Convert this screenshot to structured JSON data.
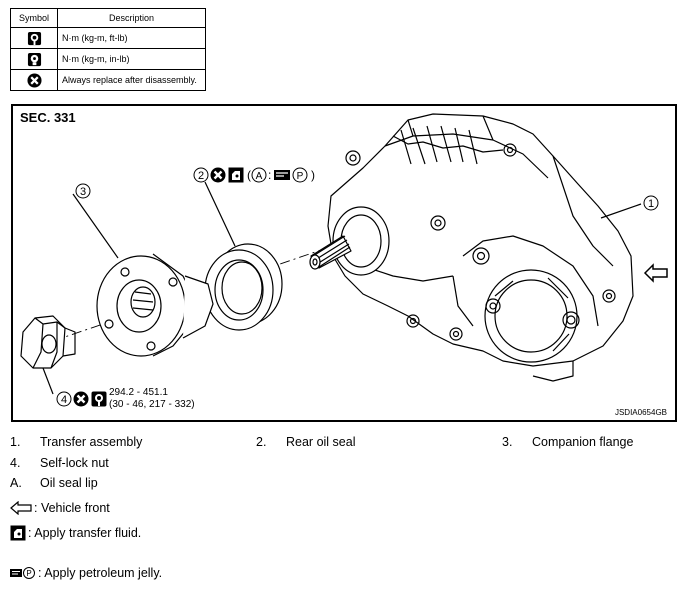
{
  "symbol_table": {
    "header_symbol": "Symbol",
    "header_description": "Description",
    "rows": [
      {
        "icon": "torque-wrench-icon",
        "description": "N·m (kg-m, ft-lb)"
      },
      {
        "icon": "torque-wrench-small-icon",
        "description": "N·m (kg-m, in-lb)"
      },
      {
        "icon": "replace-x-icon",
        "description": "Always replace after disassembly."
      }
    ]
  },
  "figure": {
    "section": "SEC. 331",
    "code": "JSDIA0654GB",
    "callouts": [
      "1",
      "2",
      "3",
      "4"
    ],
    "seal_symbols": [
      "A",
      "P"
    ],
    "torque_line1": "294.2 - 451.1",
    "torque_line2": "(30 - 46, 217 - 332)"
  },
  "legend": {
    "items": [
      {
        "num": "1.",
        "label": "Transfer assembly"
      },
      {
        "num": "2.",
        "label": "Rear oil seal"
      },
      {
        "num": "3.",
        "label": "Companion flange"
      },
      {
        "num": "4.",
        "label": "Self-lock nut"
      },
      {
        "num": "A.",
        "label": "Oil seal lip"
      }
    ],
    "vehicle_front": ": Vehicle front",
    "transfer_fluid": ": Apply transfer fluid.",
    "petroleum_jelly": ": Apply petroleum jelly."
  }
}
